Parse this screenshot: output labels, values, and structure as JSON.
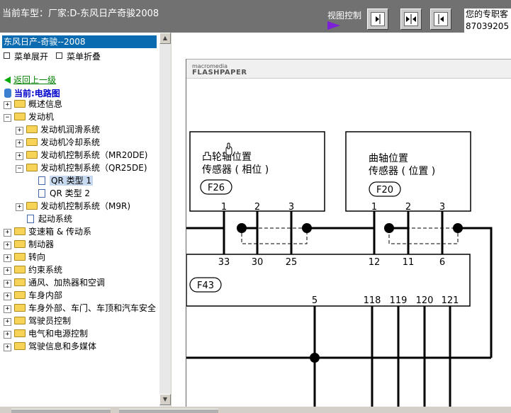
{
  "header": {
    "car_title": "当前车型：厂家:D-东风日产奇骏2008",
    "view_control_label": "视图控制",
    "contact_line1": "您的专职客",
    "contact_line2": "87039205"
  },
  "sidebar": {
    "tree_title": "东风日产-奇骏--2008",
    "expand_label": "菜单展开",
    "collapse_label": "菜单折叠",
    "back_label": "返回上一级",
    "current_label": "当前:电路图",
    "nodes": [
      {
        "label": "概述信息"
      },
      {
        "label": "发动机"
      },
      {
        "label": "发动机润滑系统"
      },
      {
        "label": "发动机冷却系统"
      },
      {
        "label": "发动机控制系统（MR20DE)"
      },
      {
        "label": "发动机控制系统（QR25DE)"
      },
      {
        "label": "QR 类型 1"
      },
      {
        "label": "QR 类型 2"
      },
      {
        "label": "发动机控制系统（M9R)"
      },
      {
        "label": "起动系统"
      },
      {
        "label": "变速箱 & 传动系"
      },
      {
        "label": "制动器"
      },
      {
        "label": "转向"
      },
      {
        "label": "约束系统"
      },
      {
        "label": "通风、加热器和空调"
      },
      {
        "label": "车身内部"
      },
      {
        "label": "车身外部、车门、车顶和汽车安全"
      },
      {
        "label": "驾驶员控制"
      },
      {
        "label": "电气和电源控制"
      },
      {
        "label": "驾驶信息和多媒体"
      }
    ]
  },
  "viewer": {
    "brand_small": "macromedia",
    "brand_big": "FLASHPAPER",
    "diagram": {
      "cam_sensor_line1": "凸轮轴位置",
      "cam_sensor_line2": "传感器 ( 相位 )",
      "cam_connector": "F26",
      "crank_sensor_line1": "曲轴位置",
      "crank_sensor_line2": "传感器 ( 位置 )",
      "crank_connector": "F20",
      "ecm_connector": "F43",
      "pins_top": [
        "1",
        "2",
        "3",
        "1",
        "2",
        "3"
      ],
      "pins_ecm_top": [
        "33",
        "30",
        "25",
        "12",
        "11",
        "6"
      ],
      "pins_ecm_bottom": [
        "5",
        "118",
        "119",
        "120",
        "121"
      ]
    }
  },
  "colors": {
    "title_bar": "#717171",
    "tree_header": "#0a6bb0",
    "link_green": "#008000",
    "arrow_purple": "#7d1fd6"
  },
  "icons": [
    "view-arrow-icon",
    "fit-page-icon",
    "fit-width-icon",
    "prev-page-icon",
    "back-arrow-icon",
    "circuit-icon",
    "folder-icon",
    "document-icon"
  ]
}
